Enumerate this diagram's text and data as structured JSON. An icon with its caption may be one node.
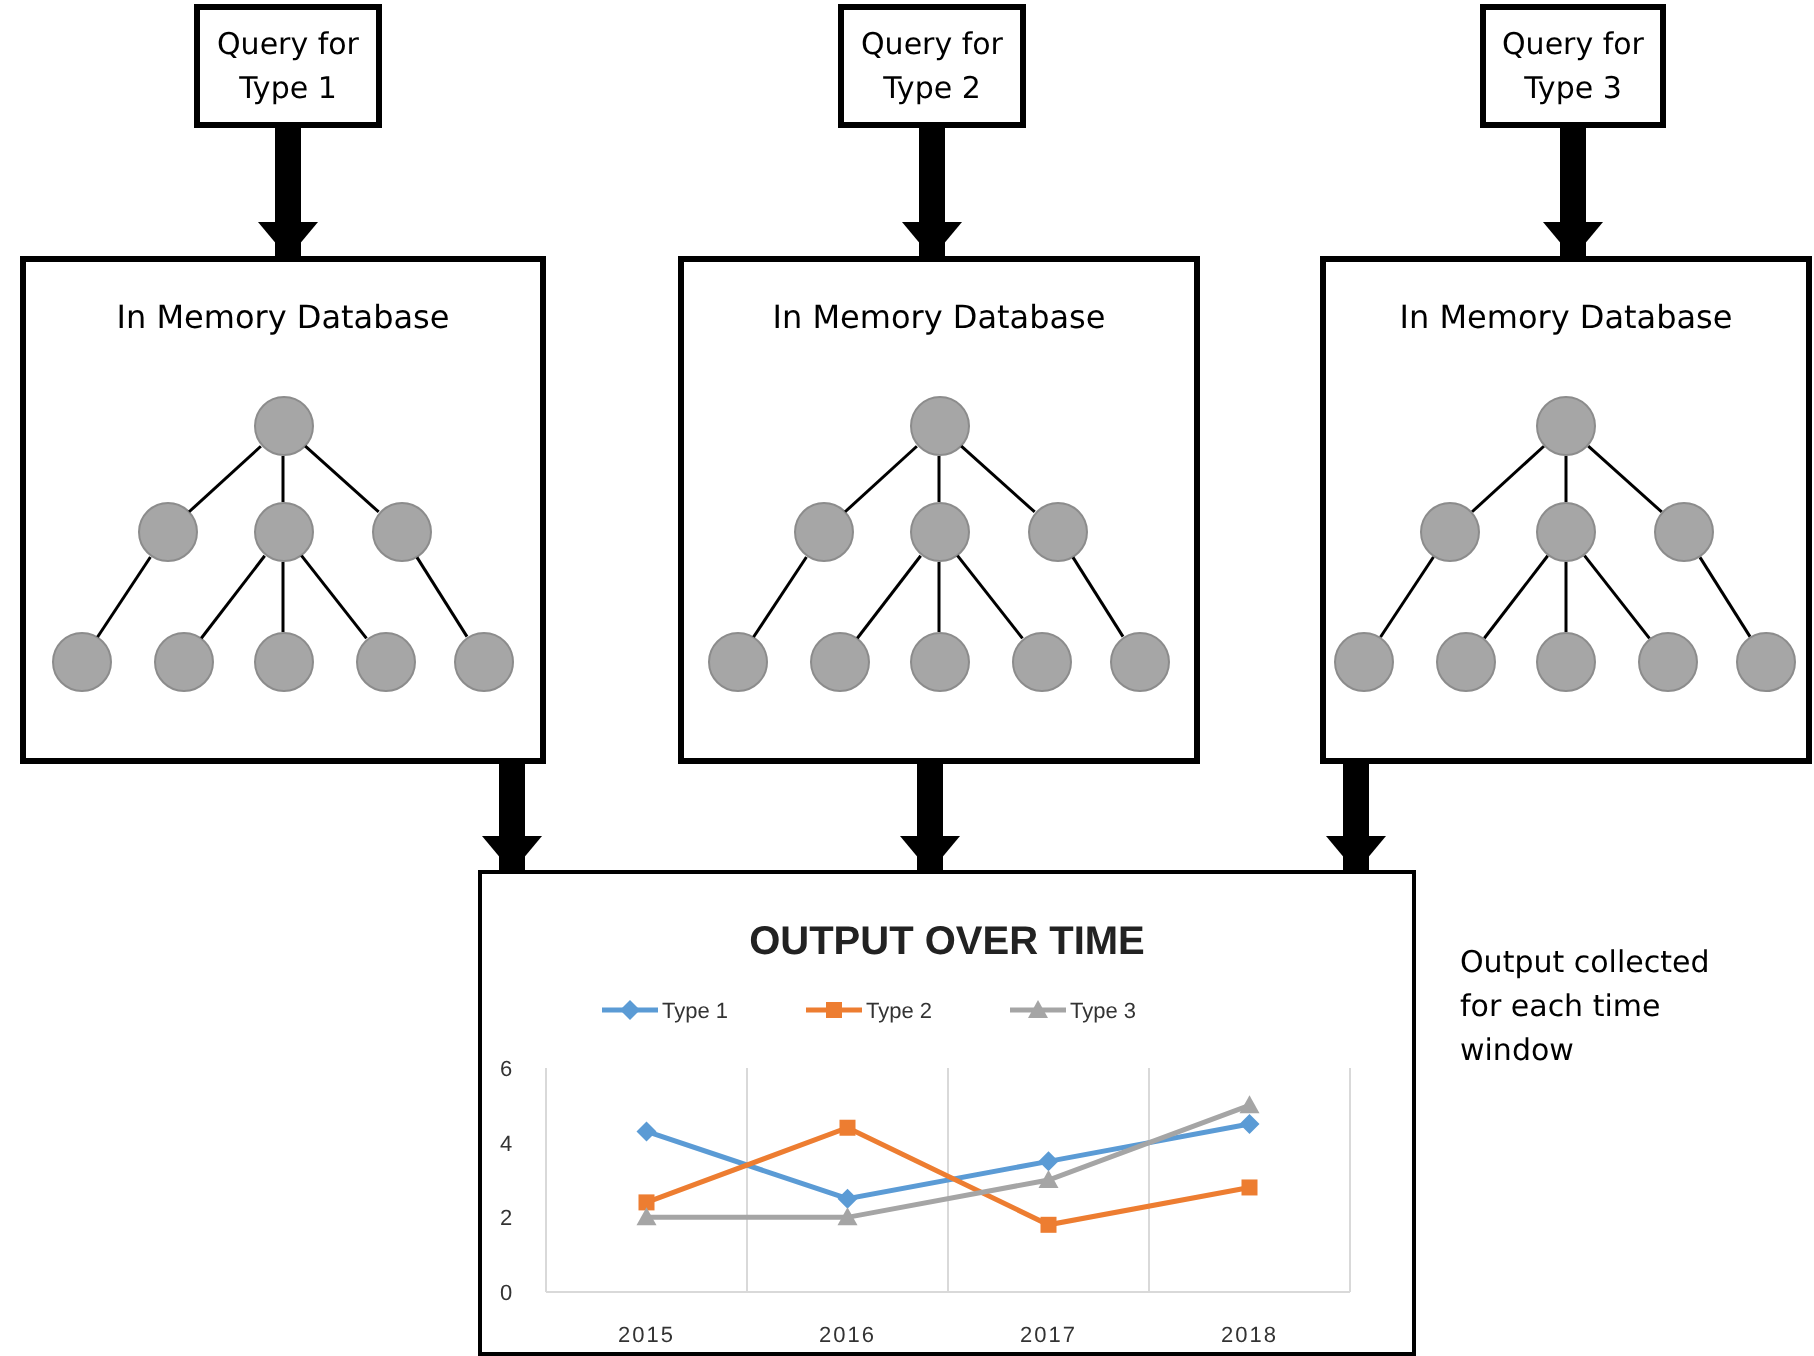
{
  "diagram": {
    "nodes": [
      {
        "text": [
          "Query for Type 1"
        ]
      },
      {
        "text": [
          "Query for Type 2"
        ]
      },
      {
        "text": [
          "Query for Type 3"
        ]
      },
      {
        "text": [
          "In Memory Database"
        ]
      },
      {
        "text": [],
        "shape": "circle",
        "in": 3
      },
      {
        "text": [],
        "shape": "circle",
        "in": 3
      },
      {
        "text": [],
        "shape": "circle",
        "in": 3
      },
      {
        "text": [],
        "shape": "circle",
        "in": 3
      },
      {
        "text": [],
        "shape": "circle",
        "in": 3
      },
      {
        "text": [],
        "shape": "circle",
        "in": 3
      },
      {
        "text": [],
        "shape": "circle",
        "in": 3
      },
      {
        "text": [],
        "shape": "circle",
        "in": 3
      },
      {
        "text": [],
        "shape": "circle",
        "in": 3
      },
      {
        "text": [
          "In Memory Database"
        ]
      },
      {
        "text": [],
        "shape": "circle",
        "in": 13
      },
      {
        "text": [],
        "shape": "circle",
        "in": 13
      },
      {
        "text": [],
        "shape": "circle",
        "in": 13
      },
      {
        "text": [],
        "shape": "circle",
        "in": 13
      },
      {
        "text": [],
        "shape": "circle",
        "in": 13
      },
      {
        "text": [],
        "shape": "circle",
        "in": 13
      },
      {
        "text": [],
        "shape": "circle",
        "in": 13
      },
      {
        "text": [],
        "shape": "circle",
        "in": 13
      },
      {
        "text": [],
        "shape": "circle",
        "in": 13
      },
      {
        "text": [
          "In Memory Database"
        ]
      },
      {
        "text": [],
        "shape": "circle",
        "in": 23
      },
      {
        "text": [],
        "shape": "circle",
        "in": 23
      },
      {
        "text": [],
        "shape": "circle",
        "in": 23
      },
      {
        "text": [],
        "shape": "circle",
        "in": 23
      },
      {
        "text": [],
        "shape": "circle",
        "in": 23
      },
      {
        "text": [],
        "shape": "circle",
        "in": 23
      },
      {
        "text": [],
        "shape": "circle",
        "in": 23
      },
      {
        "text": [],
        "shape": "circle",
        "in": 23
      },
      {
        "text": [],
        "shape": "circle",
        "in": 23
      },
      {
        "text": [],
        "shape": "box",
        "beside": [
          "Output collected for each time window"
        ]
      }
    ],
    "edges": [
      {
        "from": 0,
        "to": 3,
        "arrow": "to",
        "style": "thick"
      },
      {
        "from": 1,
        "to": 13,
        "arrow": "to",
        "style": "thick"
      },
      {
        "from": 2,
        "to": 23,
        "arrow": "to",
        "style": "thick"
      },
      {
        "from": 3,
        "to": 33,
        "arrow": "to",
        "style": "thick"
      },
      {
        "from": 13,
        "to": 33,
        "arrow": "to",
        "style": "thick"
      },
      {
        "from": 23,
        "to": 33,
        "arrow": "to",
        "style": "thick"
      },
      {
        "from": 4,
        "to": 5,
        "arrow": "none"
      },
      {
        "from": 4,
        "to": 6,
        "arrow": "none"
      },
      {
        "from": 4,
        "to": 7,
        "arrow": "none"
      },
      {
        "from": 5,
        "to": 8,
        "arrow": "none"
      },
      {
        "from": 6,
        "to": 9,
        "arrow": "none"
      },
      {
        "from": 6,
        "to": 10,
        "arrow": "none"
      },
      {
        "from": 6,
        "to": 11,
        "arrow": "none"
      },
      {
        "from": 7,
        "to": 12,
        "arrow": "none"
      },
      {
        "from": 14,
        "to": 15,
        "arrow": "none"
      },
      {
        "from": 14,
        "to": 16,
        "arrow": "none"
      },
      {
        "from": 14,
        "to": 17,
        "arrow": "none"
      },
      {
        "from": 15,
        "to": 18,
        "arrow": "none"
      },
      {
        "from": 16,
        "to": 19,
        "arrow": "none"
      },
      {
        "from": 16,
        "to": 20,
        "arrow": "none"
      },
      {
        "from": 16,
        "to": 21,
        "arrow": "none"
      },
      {
        "from": 17,
        "to": 22,
        "arrow": "none"
      },
      {
        "from": 24,
        "to": 25,
        "arrow": "none"
      },
      {
        "from": 24,
        "to": 26,
        "arrow": "none"
      },
      {
        "from": 24,
        "to": 27,
        "arrow": "none"
      },
      {
        "from": 25,
        "to": 28,
        "arrow": "none"
      },
      {
        "from": 26,
        "to": 29,
        "arrow": "none"
      },
      {
        "from": 26,
        "to": 30,
        "arrow": "none"
      },
      {
        "from": 26,
        "to": 31,
        "arrow": "none"
      },
      {
        "from": 27,
        "to": 32,
        "arrow": "none"
      }
    ],
    "chart_data": {
      "type": "line",
      "title": "OUTPUT OVER TIME",
      "categories": [
        "2015",
        "2016",
        "2017",
        "2018"
      ],
      "series": [
        {
          "name": "Type 1",
          "color": "#5b9bd5",
          "marker": "diamond",
          "values": [
            4.3,
            2.5,
            3.5,
            4.5
          ]
        },
        {
          "name": "Type 2",
          "color": "#ed7d31",
          "marker": "square",
          "values": [
            2.4,
            4.4,
            1.8,
            2.8
          ]
        },
        {
          "name": "Type 3",
          "color": "#a5a5a5",
          "marker": "triangle",
          "values": [
            2,
            2,
            3,
            5
          ]
        }
      ],
      "legend": "top",
      "ylim": [
        0,
        6
      ],
      "yticks": [
        0,
        2,
        4,
        6
      ]
    }
  }
}
